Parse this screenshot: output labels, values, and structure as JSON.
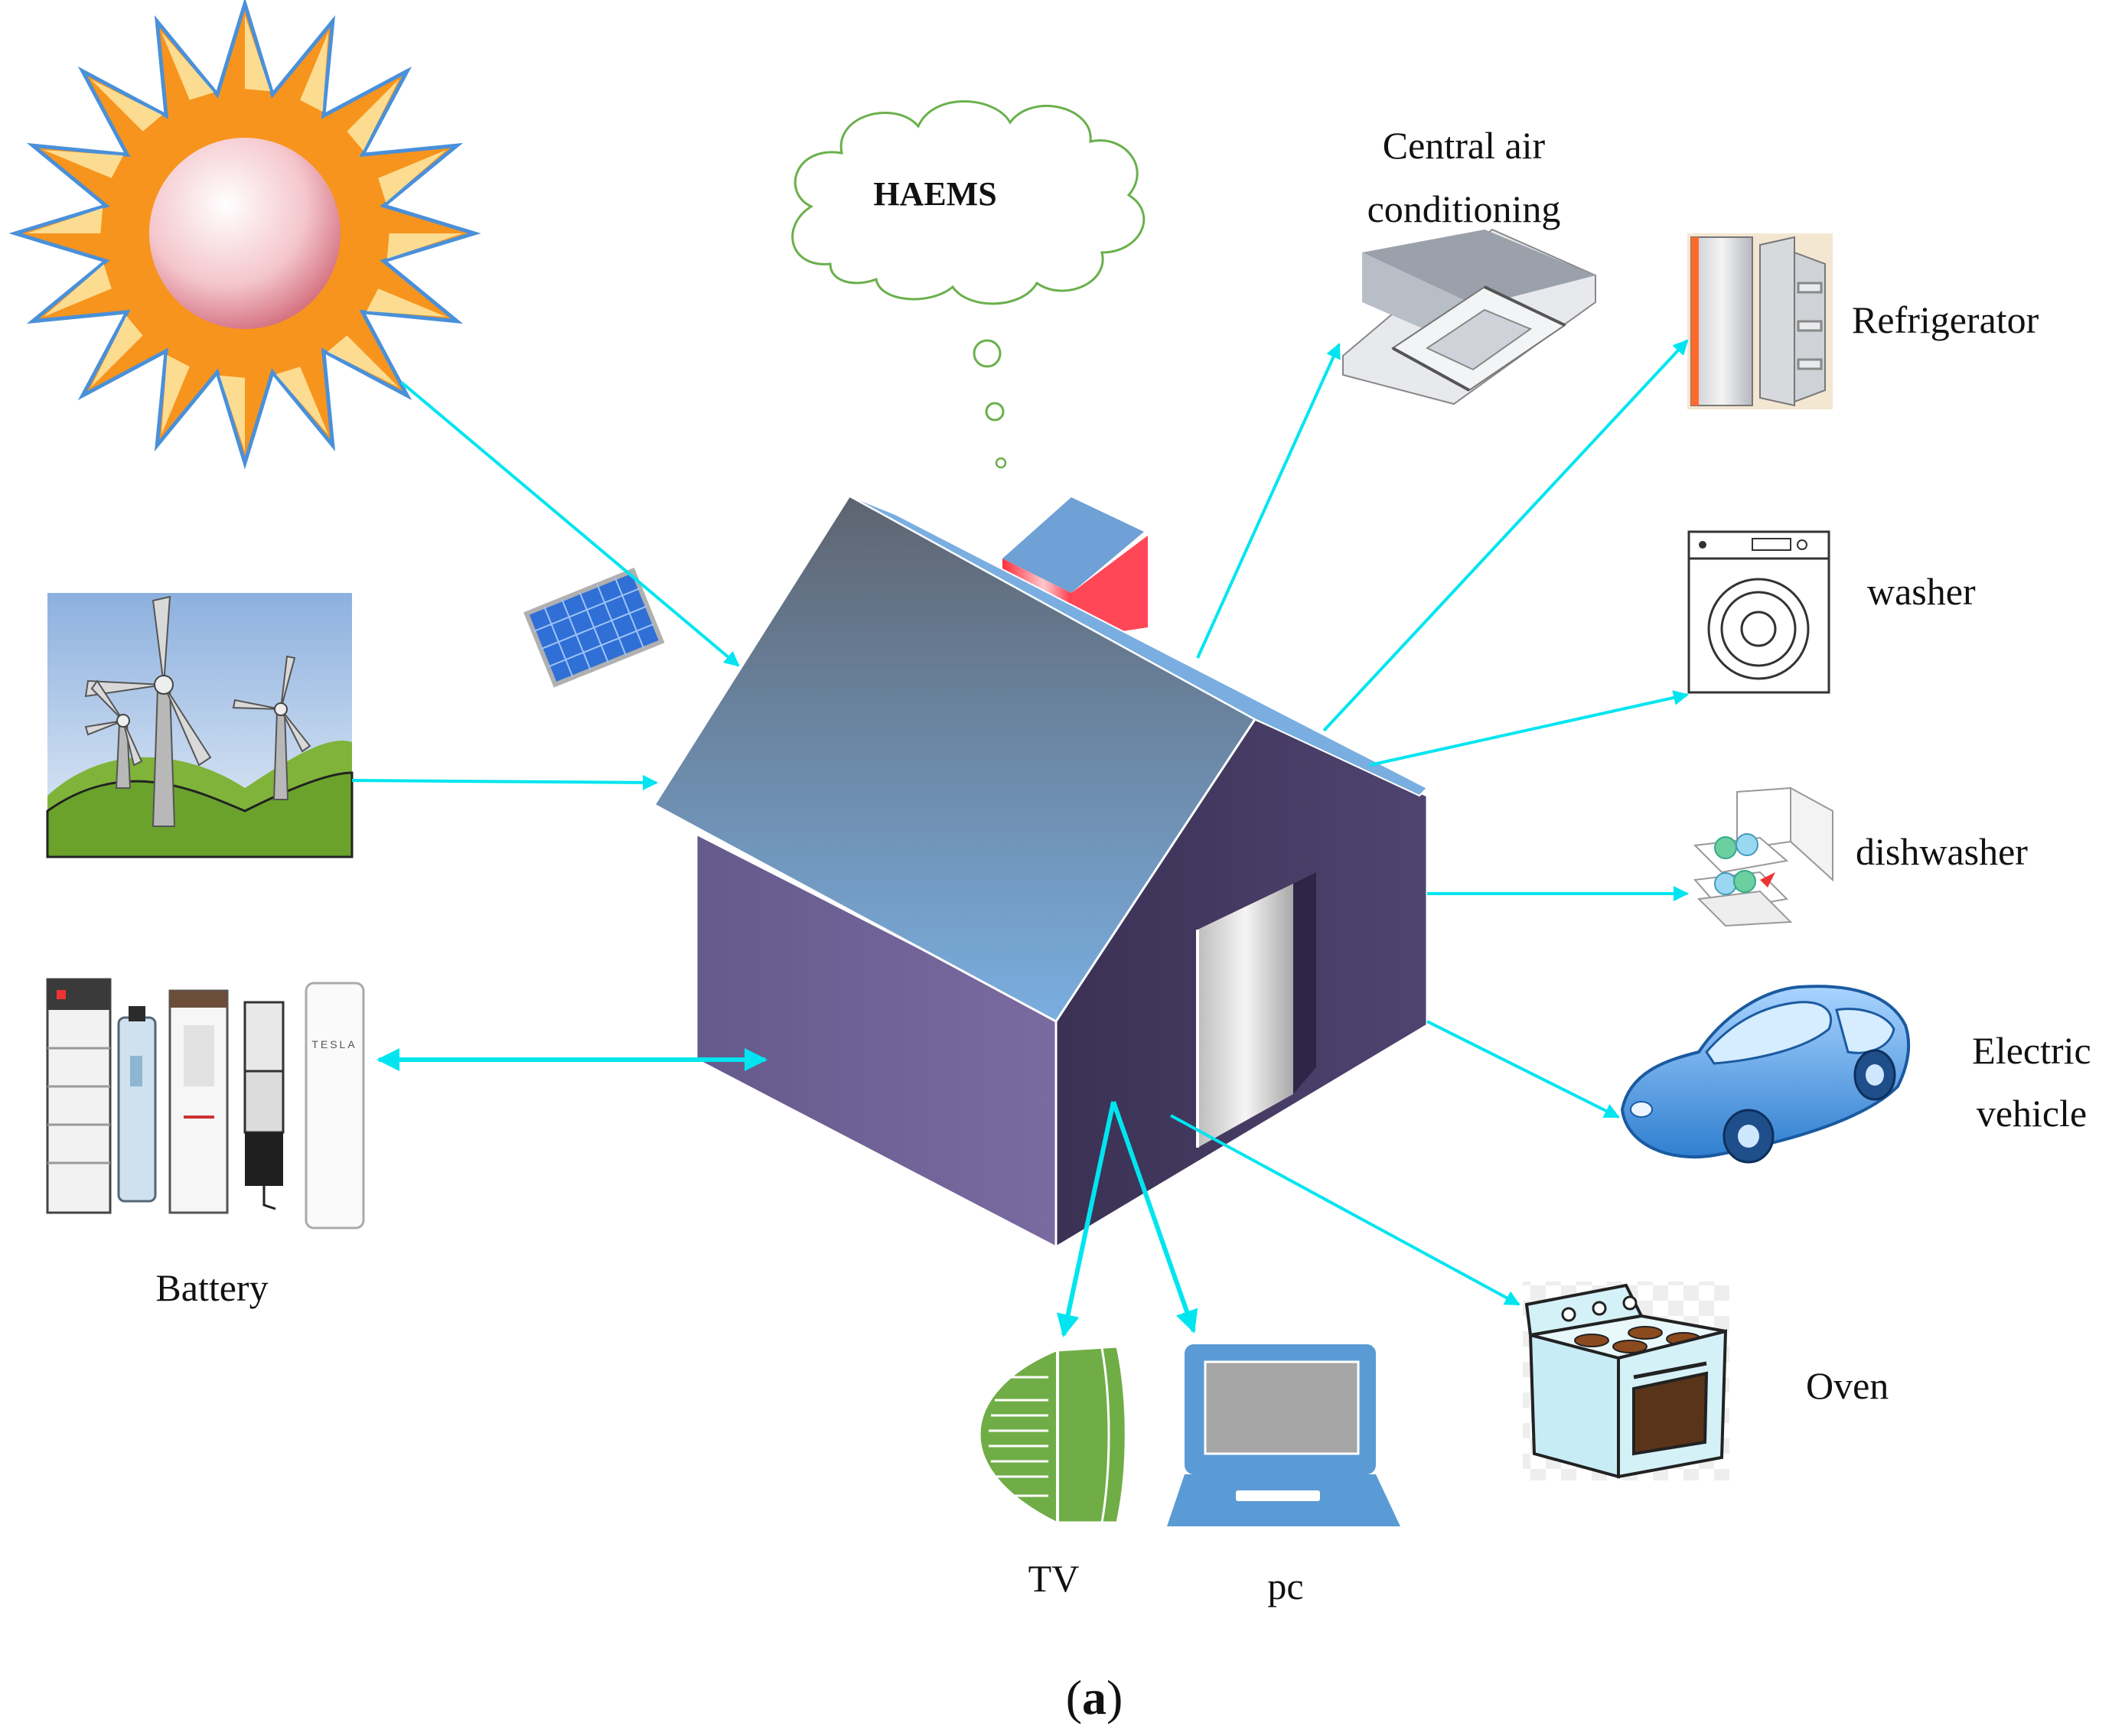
{
  "labels": {
    "haems": "HAEMS",
    "central_air": [
      "Central air",
      "conditioning"
    ],
    "refrigerator": "Refrigerator",
    "washer": "washer",
    "dishwasher": "dishwasher",
    "electric_vehicle": [
      "Electric",
      "vehicle"
    ],
    "oven": "Oven",
    "tv": "TV",
    "pc": "pc",
    "battery": "Battery",
    "panel_label": [
      "(",
      "a",
      ")"
    ],
    "tesla_logo": "TESLA"
  },
  "colors": {
    "arrow": "#00e5f0",
    "sun_ray": "#f7941d",
    "sun_ray_light": "#fde9a4",
    "sun_outline": "#4a90d9",
    "cloud_outline": "#6ab04c",
    "house_front": "#6f6096",
    "house_side": "#42395e",
    "roof": "#6b9bc9",
    "chimney_red": "#ff3b4a",
    "laptop_blue": "#5b9bd5",
    "tv_green": "#70ad47",
    "car_blue": "#3f8fd8"
  },
  "icons": [
    "sun-icon",
    "wind-turbine-icon",
    "battery-icon",
    "solar-panel-icon",
    "house-icon",
    "cloud-icon",
    "air-conditioner-icon",
    "refrigerator-icon",
    "washer-icon",
    "dishwasher-icon",
    "car-icon",
    "oven-icon",
    "tv-icon",
    "laptop-icon"
  ]
}
